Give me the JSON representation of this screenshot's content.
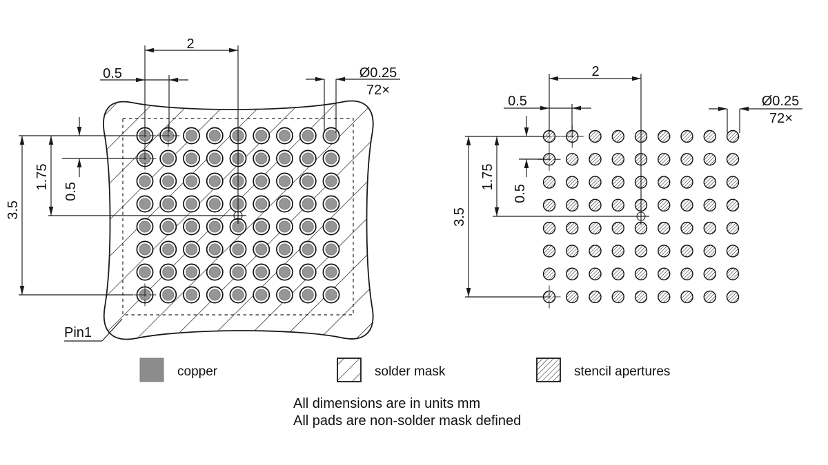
{
  "drawing": {
    "views": {
      "left": {
        "description": "copper pads with solder mask (board view)",
        "dims": {
          "col_span": "2",
          "col_pitch": "0.5",
          "row_span": "3.5",
          "row_half_span": "1.75",
          "row_pitch": "0.5",
          "pad_diameter": "Ø0.25",
          "pad_count": "72×"
        },
        "pin1_label": "Pin1",
        "grid": {
          "columns": 9,
          "rows": 8,
          "total_pads": 72,
          "crosshair_pads": [
            [
              0,
              0
            ],
            [
              1,
              0
            ],
            [
              0,
              1
            ],
            [
              0,
              7
            ]
          ]
        }
      },
      "right": {
        "description": "stencil apertures view",
        "dims": {
          "col_span": "2",
          "col_pitch": "0.5",
          "row_span": "3.5",
          "row_half_span": "1.75",
          "row_pitch": "0.5",
          "pad_diameter": "Ø0.25",
          "pad_count": "72×"
        },
        "grid": {
          "columns": 9,
          "rows": 8,
          "total_pads": 72,
          "crosshair_pads": [
            [
              0,
              0
            ],
            [
              1,
              0
            ],
            [
              0,
              1
            ],
            [
              0,
              7
            ]
          ]
        }
      }
    },
    "legend": {
      "items": [
        {
          "label": "copper"
        },
        {
          "label": "solder mask"
        },
        {
          "label": "stencil apertures"
        }
      ]
    },
    "notes": [
      "All dimensions are in units mm",
      "All pads are non-solder mask defined"
    ],
    "colors": {
      "copper_fill": "#8c8c8c",
      "pad_fill": "#969696",
      "line": "#1a1a1a"
    }
  }
}
